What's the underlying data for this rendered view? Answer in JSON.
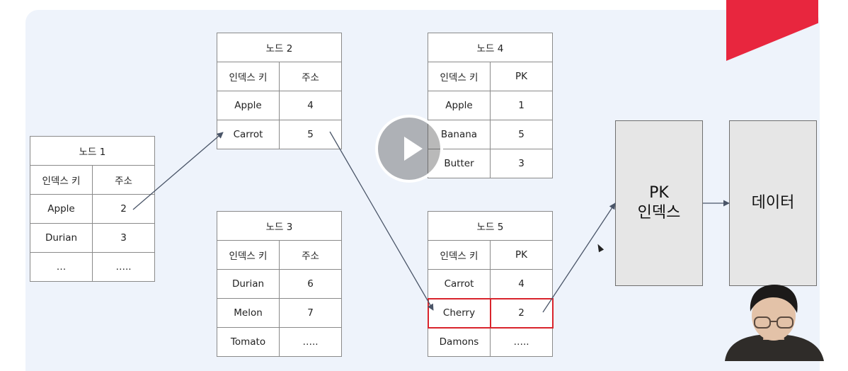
{
  "nodes": [
    {
      "title": "노드 1",
      "headers": [
        "인덱스 키",
        "주소"
      ],
      "rows": [
        [
          "Apple",
          "2"
        ],
        [
          "Durian",
          "3"
        ],
        [
          "…",
          "….."
        ]
      ]
    },
    {
      "title": "노드 2",
      "headers": [
        "인덱스 키",
        "주소"
      ],
      "rows": [
        [
          "Apple",
          "4"
        ],
        [
          "Carrot",
          "5"
        ]
      ]
    },
    {
      "title": "노드 3",
      "headers": [
        "인덱스 키",
        "주소"
      ],
      "rows": [
        [
          "Durian",
          "6"
        ],
        [
          "Melon",
          "7"
        ],
        [
          "Tomato",
          "….."
        ]
      ]
    },
    {
      "title": "노드 4",
      "headers": [
        "인덱스 키",
        "PK"
      ],
      "rows": [
        [
          "Apple",
          "1"
        ],
        [
          "Banana",
          "5"
        ],
        [
          "Butter",
          "3"
        ]
      ]
    },
    {
      "title": "노드 5",
      "headers": [
        "인덱스 키",
        "PK"
      ],
      "rows": [
        [
          "Carrot",
          "4"
        ],
        [
          "Cherry",
          "2"
        ],
        [
          "Damons",
          "….."
        ]
      ]
    }
  ],
  "pk_index_box": {
    "line1": "PK",
    "line2": "인덱스"
  },
  "data_box": {
    "label": "데이터"
  },
  "colors": {
    "highlight": "#d9242c",
    "accent": "#e8263e",
    "arrow": "#4a5568",
    "slide_bg": "#eef3fb"
  },
  "overlay": {
    "play_icon": "play-icon",
    "cursor_icon": "cursor-icon"
  }
}
